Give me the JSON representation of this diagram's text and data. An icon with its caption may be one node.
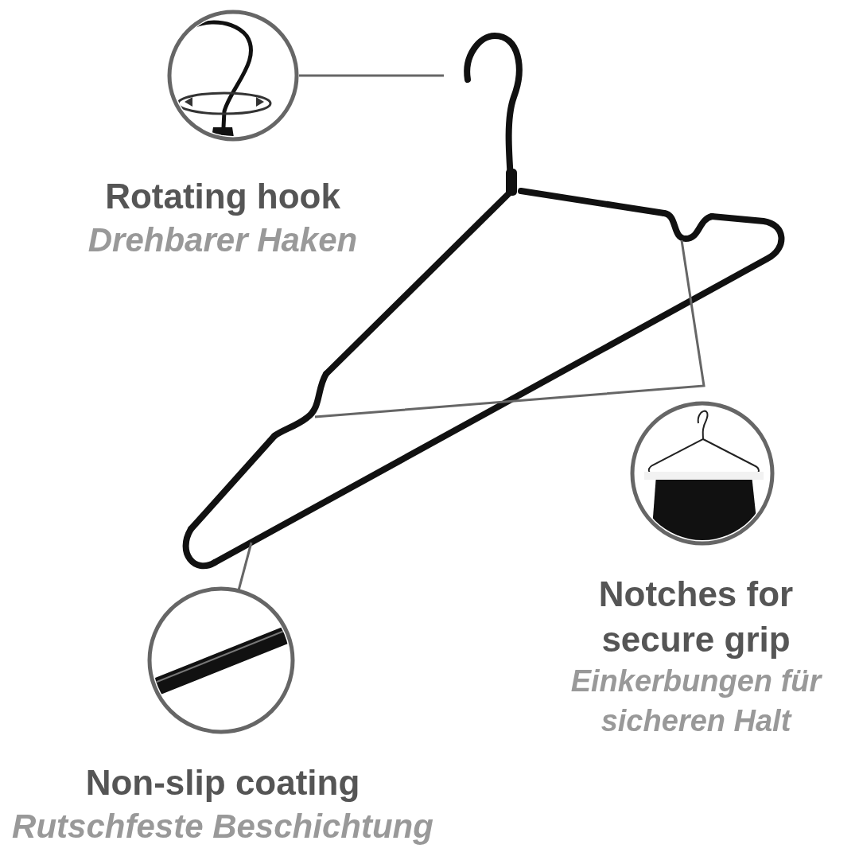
{
  "diagram": {
    "nodes": [
      {
        "text": [],
        "shape": "picture",
        "beside": [
          "Rotating hook",
          "Drehbarer Haken"
        ]
      },
      {
        "text": [],
        "shape": "picture"
      },
      {
        "text": [],
        "shape": "picture"
      },
      {
        "text": [],
        "shape": "picture"
      },
      {
        "text": [],
        "shape": "picture",
        "beside": [
          "Notches for secure grip",
          "Einkerbungen für sicheren Halt"
        ]
      },
      {
        "text": [],
        "shape": "picture"
      },
      {
        "text": [],
        "shape": "picture",
        "beside": [
          "Non-slip coating",
          "Rutschfeste Beschichtung"
        ]
      }
    ],
    "edges": [
      {
        "from": 0,
        "to": 1,
        "arrow": "none"
      },
      {
        "from": 2,
        "to": 3,
        "arrow": "none"
      },
      {
        "from": 6,
        "to": 5,
        "arrow": "none"
      }
    ]
  }
}
